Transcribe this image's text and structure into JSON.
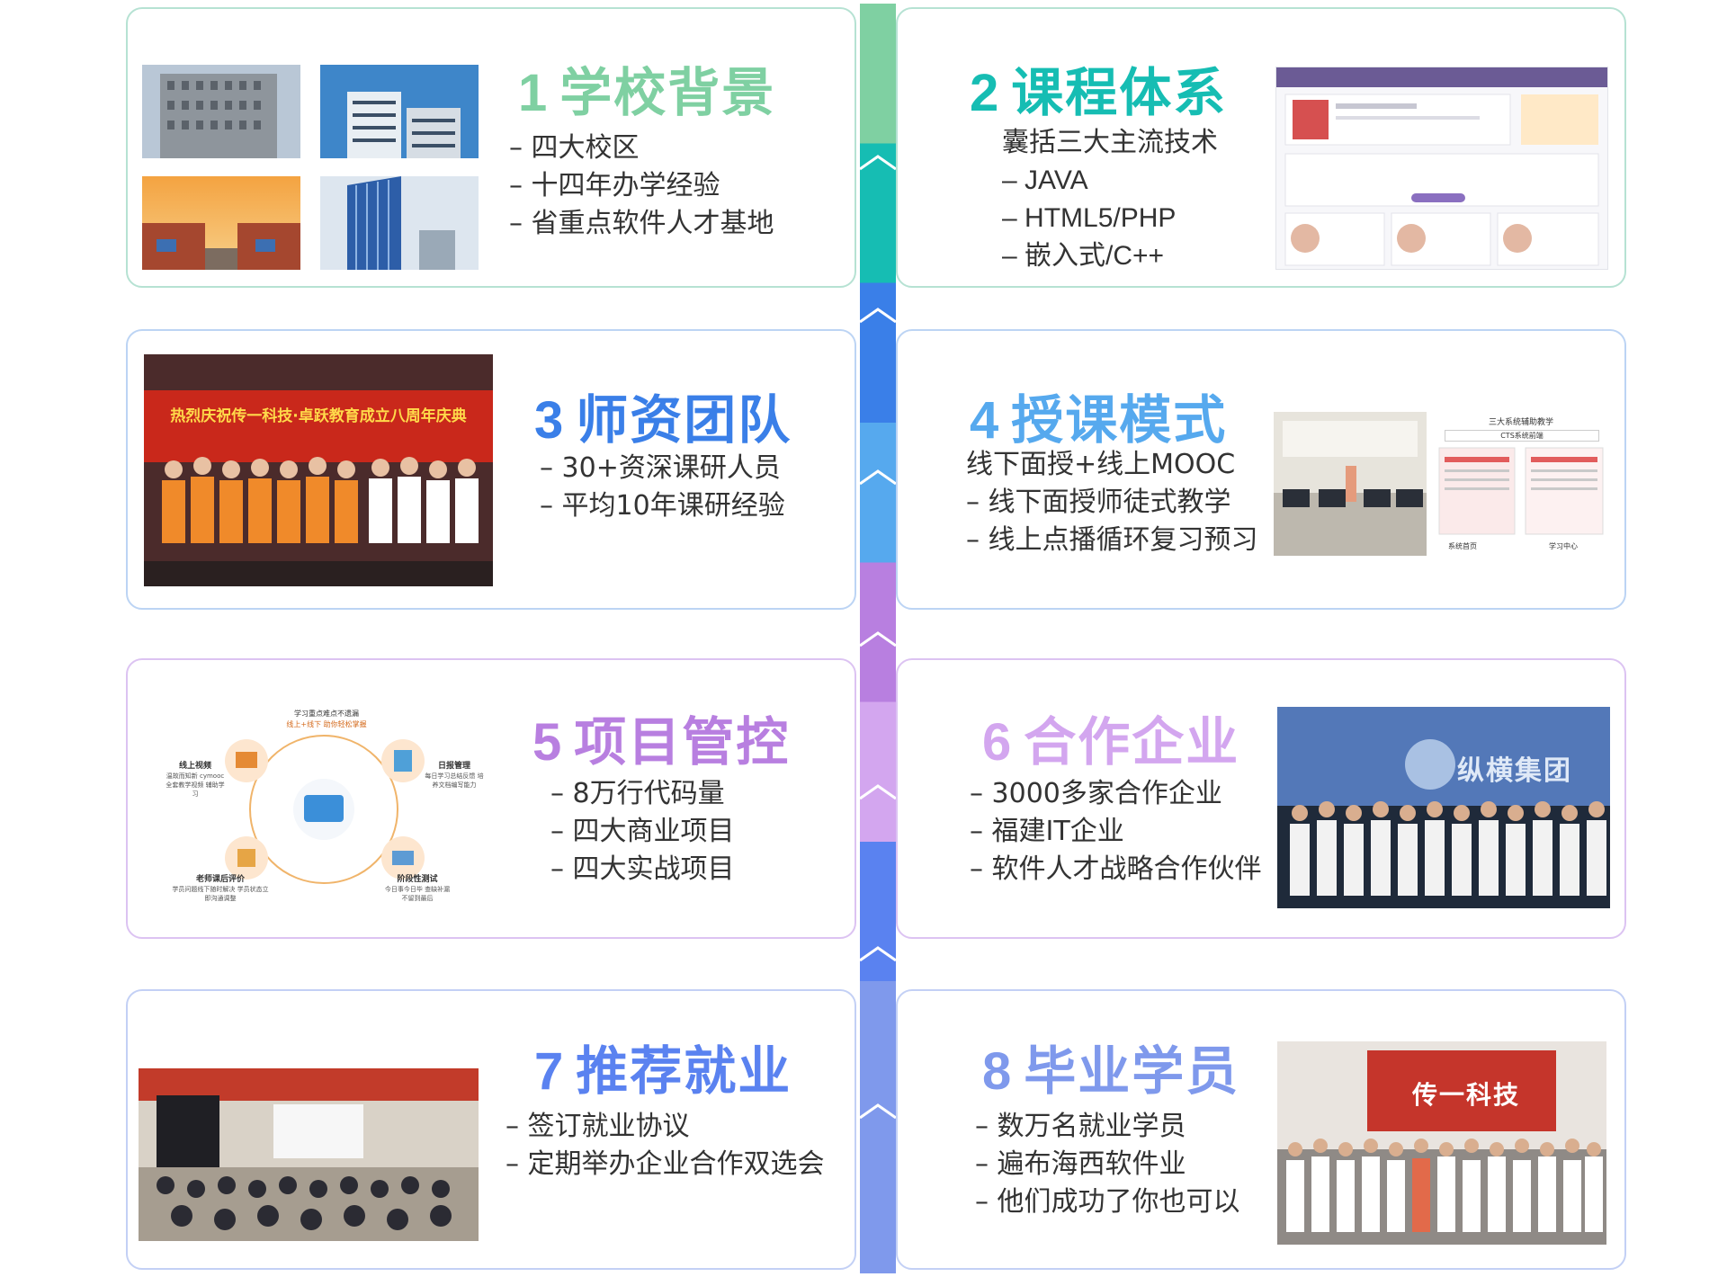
{
  "colors": {
    "green": "#7fd0a2",
    "teal": "#16bdb3",
    "blue": "#3a7fe8",
    "lightblue": "#56a9ee",
    "purple": "#b87fe0",
    "lavender": "#d3a6ef",
    "indigo": "#5a82f0",
    "periwinkle": "#7f99ec"
  },
  "cards": {
    "c1": {
      "number": "1",
      "title": "学校背景",
      "bullets": [
        "四大校区",
        "十四年办学经验",
        "省重点软件人才基地"
      ]
    },
    "c2": {
      "number": "2",
      "title": "课程体系",
      "lead": "囊括三大主流技术",
      "bullets": [
        "JAVA",
        "HTML5/PHP",
        "嵌入式/C++"
      ]
    },
    "c3": {
      "number": "3",
      "title": "师资团队",
      "bullets": [
        "30+资深课研人员",
        "平均10年课研经验"
      ],
      "banner": "热烈庆祝传一科技·卓跃教育成立八周年庆典"
    },
    "c4": {
      "number": "4",
      "title": "授课模式",
      "lead": "线下面授+线上MOOC",
      "bullets": [
        "线下面授师徒式教学",
        "线上点播循环复习预习"
      ],
      "screen_title": "三大系统辅助教学",
      "screen_sub": "CTS系统前端",
      "screen_caption_left": "系统首页",
      "screen_caption_right": "学习中心"
    },
    "c5": {
      "number": "5",
      "title": "项目管控",
      "bullets": [
        "8万行代码量",
        "四大商业项目",
        "四大实战项目"
      ],
      "diagram": {
        "top": "学习重点难点不遗漏",
        "top_sub": "线上+线下 助你轻松掌握",
        "left_title": "线上视频",
        "left_desc": "温故而知新 cymooc全套教学视频 辅助学习",
        "right_title": "日报管理",
        "right_desc": "每日学习总结反馈 培养文档编写能力",
        "bottom_left_title": "老师课后评价",
        "bottom_left_desc": "学员问题线下随时解决 学员状态立即沟通调整",
        "bottom_right_title": "阶段性测试",
        "bottom_right_desc": "今日事今日毕 查缺补漏 不留到最后"
      }
    },
    "c6": {
      "number": "6",
      "title": "合作企业",
      "bullets": [
        "3000多家合作企业",
        "福建IT企业",
        "软件人才战略合作伙伴"
      ],
      "sign": "纵横集团"
    },
    "c7": {
      "number": "7",
      "title": "推荐就业",
      "bullets": [
        "签订就业协议",
        "定期举办企业合作双选会"
      ]
    },
    "c8": {
      "number": "8",
      "title": "毕业学员",
      "bullets": [
        "数万名就业学员",
        "遍布海西软件业",
        "他们成功了你也可以"
      ],
      "sign": "传一科技"
    }
  }
}
